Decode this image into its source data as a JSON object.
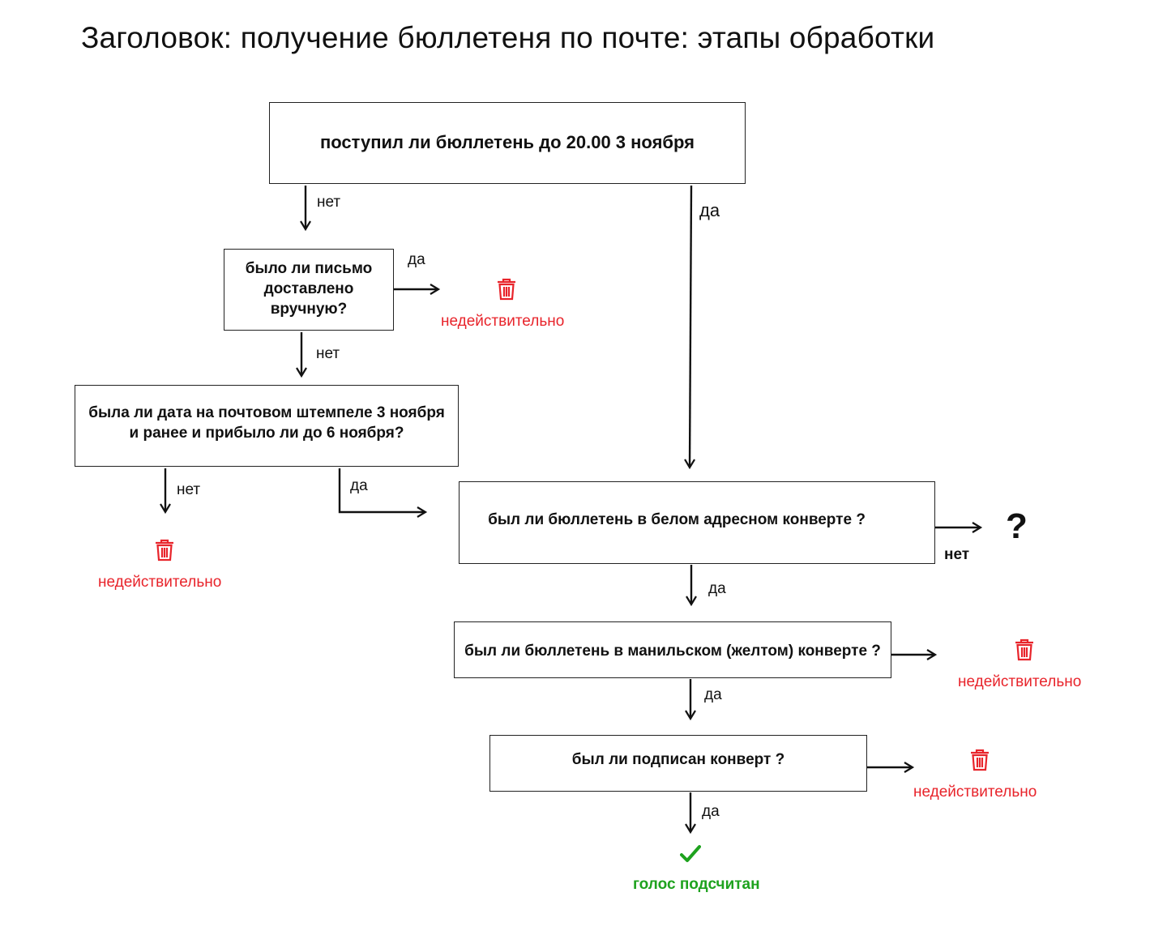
{
  "title": "Заголовок: получение бюллетеня по почте: этапы обработки",
  "nodes": {
    "q1": "поступил ли бюллетень до 20.00 3 ноября",
    "q2": "было ли письмо\nдоставлено\nвручную?",
    "q3": "была ли дата на почтовом штемпеле 3 ноября\nи ранее и прибыло ли до 6 ноября?",
    "q4": "был ли бюллетень в белом адресном конверте ?",
    "q5": "был ли бюллетень в манильском (желтом) конверте ?",
    "q6": "был ли подписан конверт ?"
  },
  "edges": {
    "q1_no": "нет",
    "q1_yes": "да",
    "q2_yes": "да",
    "q2_no": "нет",
    "q3_no": "нет",
    "q3_yes": "да",
    "q4_no": "нет",
    "q4_yes": "да",
    "q5_yes": "да",
    "q6_yes": "да"
  },
  "outcomes": {
    "invalid_1": "недействительно",
    "invalid_2": "недействительно",
    "invalid_3": "недействительно",
    "invalid_4": "недействительно",
    "unknown": "?",
    "counted": "голос подсчитан"
  },
  "colors": {
    "invalid": "#e8242b",
    "counted": "#1ea21e",
    "stroke": "#111111"
  },
  "icons": {
    "invalid": "trash-icon",
    "counted": "checkmark-icon"
  }
}
